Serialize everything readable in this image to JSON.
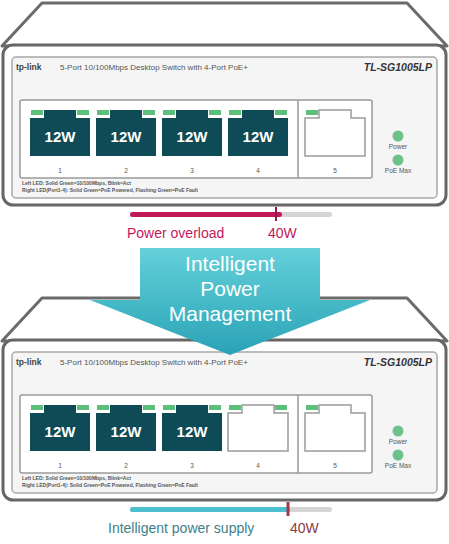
{
  "diagram": {
    "nodes": [
      {
        "text": [
          "5-Port 10/100Mbps Desktop Switch with 4-Port PoE+",
          "TL-SG1005LP"
        ]
      },
      {
        "text": [
          "12W"
        ],
        "in": 0
      },
      {
        "text": [
          "12W"
        ],
        "in": 0
      },
      {
        "text": [
          "12W"
        ],
        "in": 0
      },
      {
        "text": [
          "12W"
        ],
        "in": 0
      },
      {
        "text": [
          "Intelligent Power Management"
        ]
      },
      {
        "text": [
          "5-Port 10/100Mbps Desktop Switch with 4-Port PoE+",
          "TL-SG1005LP"
        ]
      },
      {
        "text": [
          "12W"
        ],
        "in": 6
      },
      {
        "text": [
          "12W"
        ],
        "in": 6
      },
      {
        "text": [
          "12W"
        ],
        "in": 6
      }
    ],
    "labels": [
      "tp-link",
      "1",
      "2",
      "3",
      "4",
      "5",
      "Power",
      "PoE Max",
      "Left LED: Solid Green=10/100Mbps, Blink=Act",
      "Right LED(Port1-4): Solid Green=PoE Powered, Flashing Green=PoE Fault",
      "Power overload",
      "40W",
      "tp-link",
      "1",
      "2",
      "3",
      "4",
      "5",
      "Power",
      "PoE Max",
      "Left LED: Solid Green=10/100Mbps, Blink=Act",
      "Right LED(Port1-4): Solid Green=PoE Powered, Flashing Green=PoE Fault",
      "Intelligent power supply",
      "40W"
    ]
  }
}
